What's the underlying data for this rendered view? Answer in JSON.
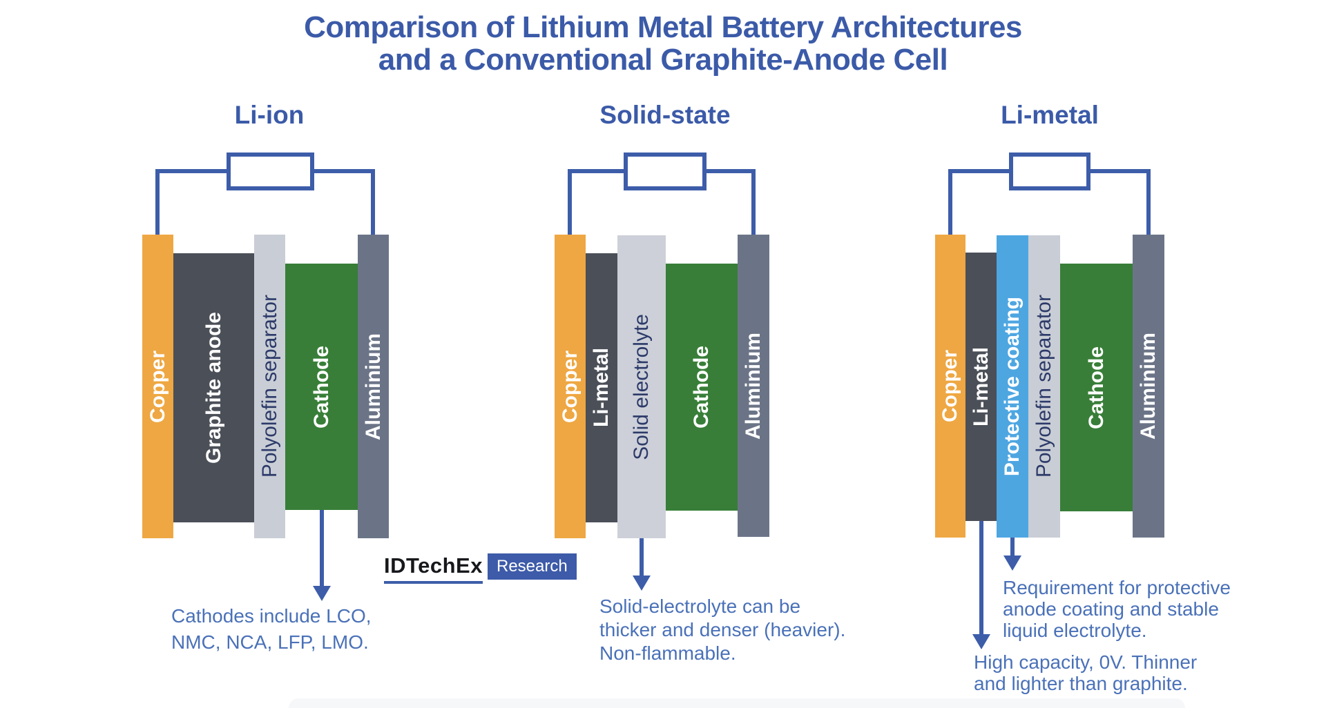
{
  "colors": {
    "wire": "#3D5DA9",
    "title": "#3B5AA8",
    "annotation": "#4A71B8",
    "logo_badge_bg": "#3D5BA9",
    "background": "#FFFFFF"
  },
  "title": {
    "line1": "Comparison of Lithium Metal Battery Architectures",
    "line2": "and a Conventional Graphite-Anode Cell"
  },
  "logo": {
    "brand": "IDTechEx",
    "badge": "Research"
  },
  "batteries": [
    {
      "name": "Li-ion",
      "layers": [
        {
          "label": "Copper",
          "color": "#EEA743",
          "text_color": "#FFFFFF"
        },
        {
          "label": "Graphite anode",
          "color": "#4B4F58",
          "text_color": "#FFFFFF"
        },
        {
          "label": "Polyolefin separator",
          "color": "#C9CDD5",
          "text_color": "#2C3A69"
        },
        {
          "label": "Cathode",
          "color": "#387E38",
          "text_color": "#FFFFFF"
        },
        {
          "label": "Aluminium",
          "color": "#6B7487",
          "text_color": "#FFFFFF"
        }
      ],
      "annotations": [
        {
          "lines": [
            "Cathodes include LCO,",
            "NMC, NCA, LFP, LMO."
          ]
        }
      ]
    },
    {
      "name": "Solid-state",
      "layers": [
        {
          "label": "Copper",
          "color": "#EEA743",
          "text_color": "#FFFFFF"
        },
        {
          "label": "Li-metal",
          "color": "#4B4F58",
          "text_color": "#FFFFFF"
        },
        {
          "label": "Solid electrolyte",
          "color": "#CDD0D8",
          "text_color": "#2C3A69"
        },
        {
          "label": "Cathode",
          "color": "#387E38",
          "text_color": "#FFFFFF"
        },
        {
          "label": "Aluminium",
          "color": "#6B7487",
          "text_color": "#FFFFFF"
        }
      ],
      "annotations": [
        {
          "lines": [
            "Solid-electrolyte can be",
            "thicker and denser (heavier).",
            "Non-flammable."
          ]
        }
      ]
    },
    {
      "name": "Li-metal",
      "layers": [
        {
          "label": "Copper",
          "color": "#EEA743",
          "text_color": "#FFFFFF"
        },
        {
          "label": "Li-metal",
          "color": "#4B4F58",
          "text_color": "#FFFFFF"
        },
        {
          "label": "Protective coating",
          "color": "#4EA6E1",
          "text_color": "#FFFFFF"
        },
        {
          "label": "Polyolefin separator",
          "color": "#C9CDD5",
          "text_color": "#2C3A69"
        },
        {
          "label": "Cathode",
          "color": "#387E38",
          "text_color": "#FFFFFF"
        },
        {
          "label": "Aluminium",
          "color": "#6B7487",
          "text_color": "#FFFFFF"
        }
      ],
      "annotations": [
        {
          "lines": [
            "Requirement for protective",
            "anode coating and stable",
            "liquid electrolyte."
          ]
        },
        {
          "lines": [
            "High capacity, 0V. Thinner",
            "and lighter than graphite."
          ]
        }
      ]
    }
  ]
}
